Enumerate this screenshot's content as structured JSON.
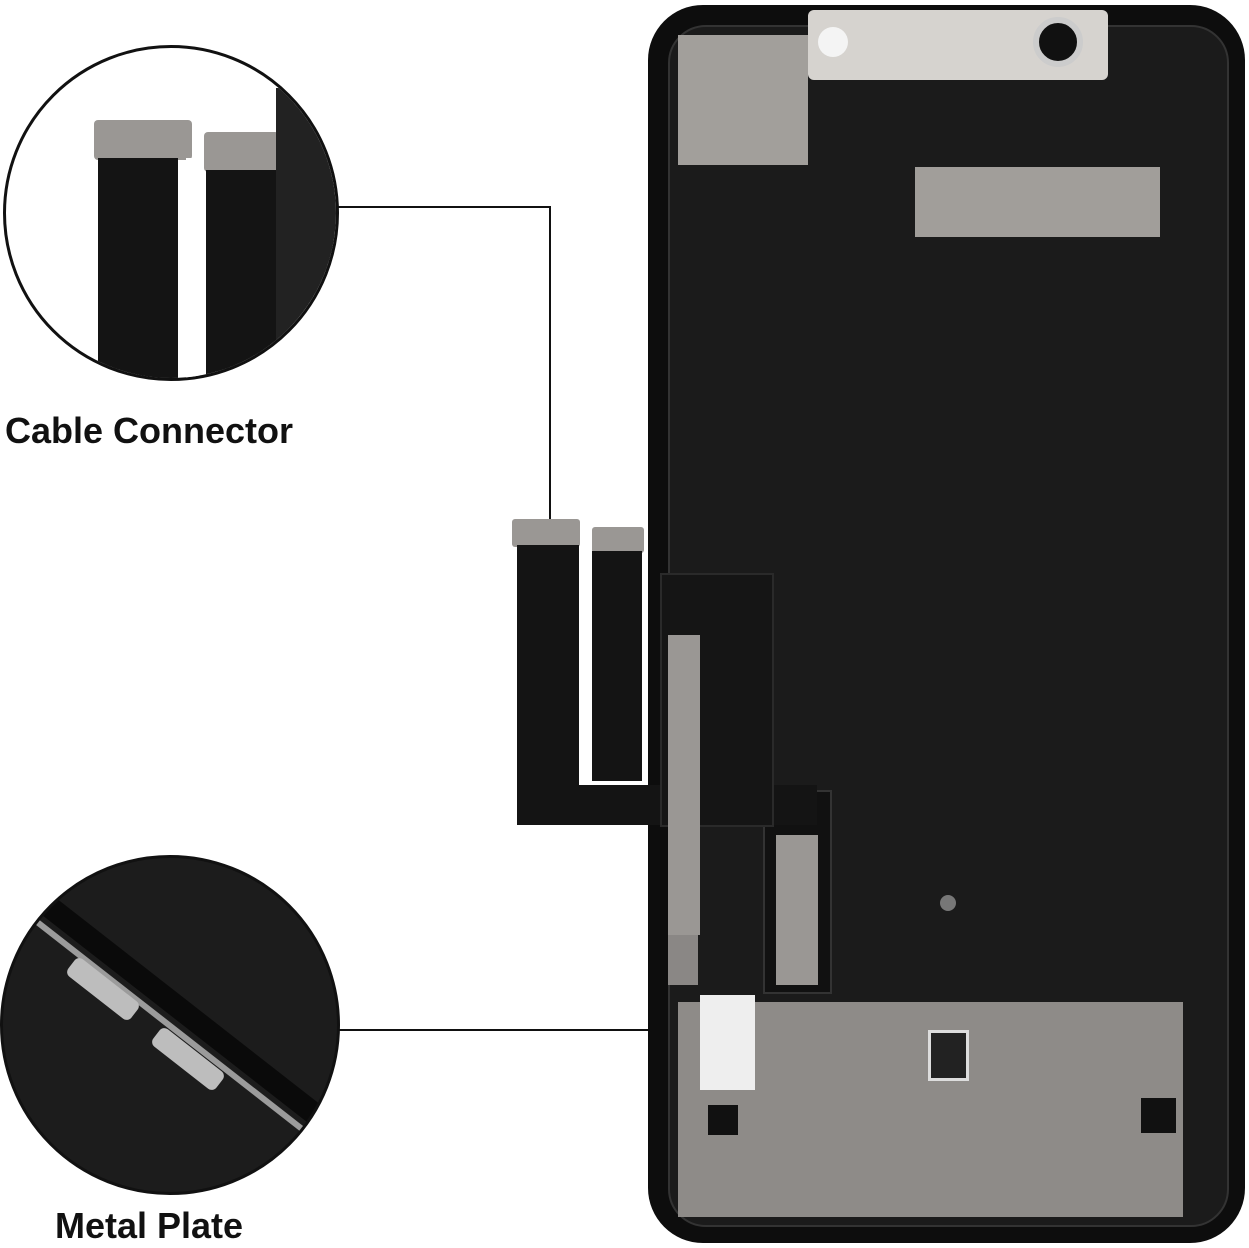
{
  "callouts": [
    {
      "label": "Cable Connector",
      "icon": "cable-connector-closeup"
    },
    {
      "label": "Metal Plate",
      "icon": "metal-plate-closeup"
    }
  ],
  "colors": {
    "phone_body": "#0d0d0d",
    "plate": "#1b1b1b",
    "metal": "#9a9794",
    "line": "#111111"
  }
}
